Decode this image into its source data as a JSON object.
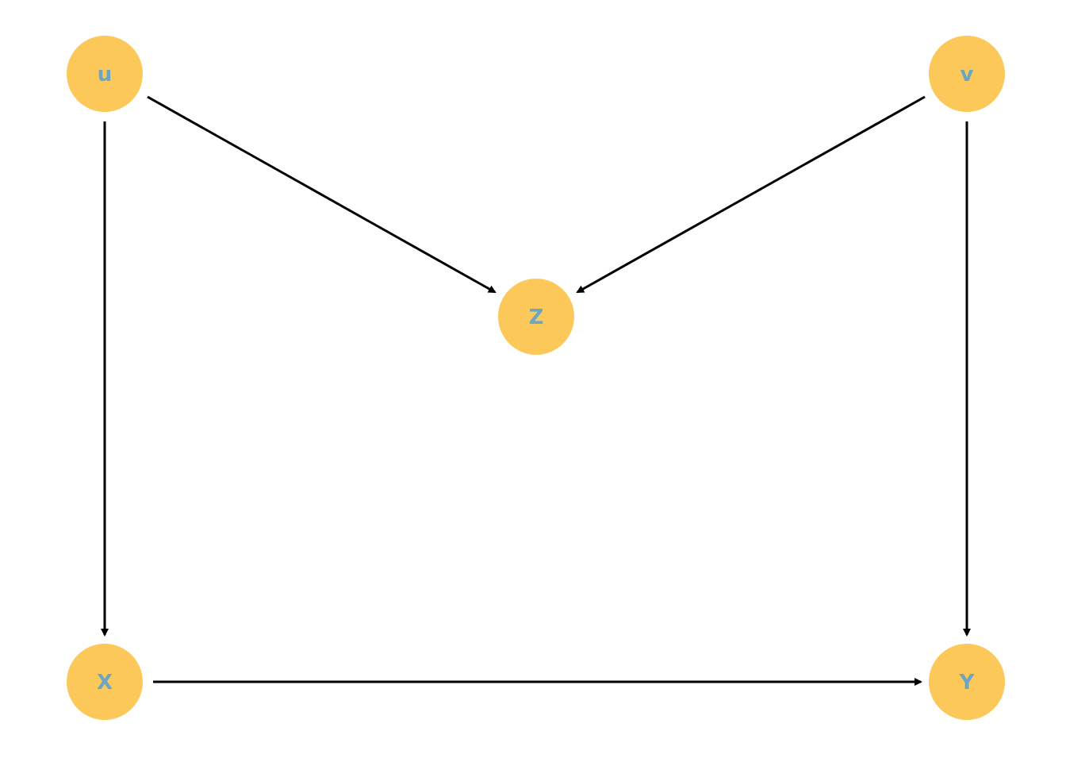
{
  "colors": {
    "node_fill": "#FDC85A",
    "label": "#6BA7C3",
    "edge": "#000000",
    "background": "#FFFFFF"
  },
  "nodes": [
    {
      "id": "u",
      "label": "u"
    },
    {
      "id": "v",
      "label": "v"
    },
    {
      "id": "Z",
      "label": "Z"
    },
    {
      "id": "X",
      "label": "X"
    },
    {
      "id": "Y",
      "label": "Y"
    }
  ],
  "edges": [
    {
      "from": "u",
      "to": "Z"
    },
    {
      "from": "u",
      "to": "X"
    },
    {
      "from": "v",
      "to": "Z"
    },
    {
      "from": "v",
      "to": "Y"
    },
    {
      "from": "X",
      "to": "Y"
    }
  ]
}
